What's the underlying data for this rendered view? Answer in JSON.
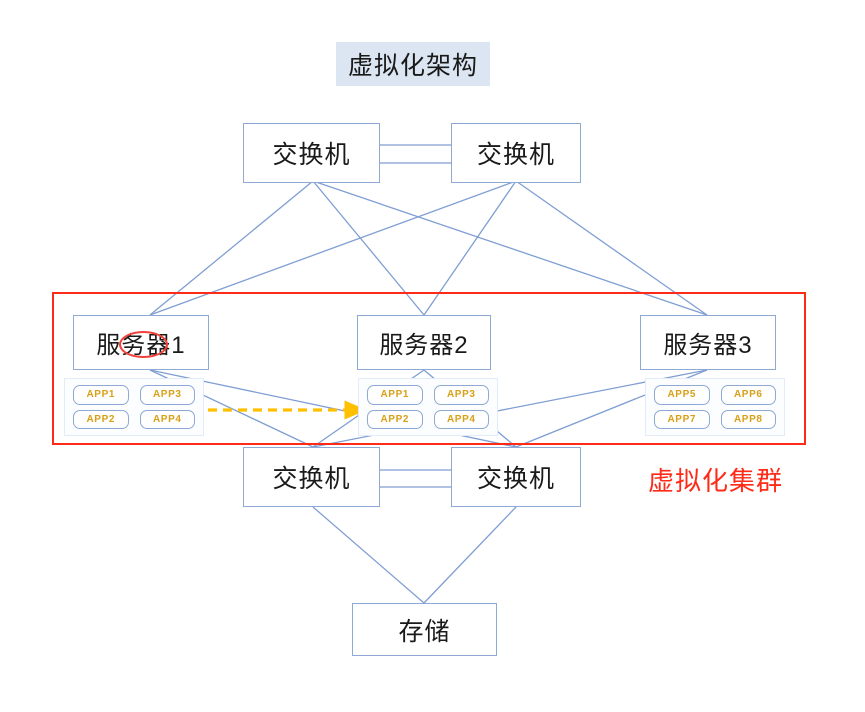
{
  "diagram": {
    "title": "虚拟化架构",
    "cluster_label": "虚拟化集群",
    "colors": {
      "title_band_bg": "#dce6f2",
      "node_border": "#8ea9d4",
      "link_line": "#7f9ed3",
      "cluster_border": "#ff2a17",
      "cluster_label_text": "#ff2a17",
      "app_text": "#d8a018",
      "migration_arrow": "#ffc000",
      "strike_ellipse": "#f2403a"
    }
  },
  "nodes": {
    "top_switches": [
      {
        "id": "switch-top-left",
        "label": "交换机"
      },
      {
        "id": "switch-top-right",
        "label": "交换机"
      }
    ],
    "servers": [
      {
        "id": "server-1",
        "label": "服务器1",
        "struck_out": true,
        "apps": [
          "APP1",
          "APP3",
          "APP2",
          "APP4"
        ]
      },
      {
        "id": "server-2",
        "label": "服务器2",
        "struck_out": false,
        "apps": [
          "APP1",
          "APP3",
          "APP2",
          "APP4"
        ]
      },
      {
        "id": "server-3",
        "label": "服务器3",
        "struck_out": false,
        "apps": [
          "APP5",
          "APP6",
          "APP7",
          "APP8"
        ]
      }
    ],
    "bottom_switches": [
      {
        "id": "switch-bottom-left",
        "label": "交换机"
      },
      {
        "id": "switch-bottom-right",
        "label": "交换机"
      }
    ],
    "storage": {
      "id": "storage",
      "label": "存储"
    }
  },
  "annotations": {
    "migration_arrow": {
      "name": "vm-migration-arrow",
      "from": "server-1-apps",
      "to": "server-2-apps",
      "style": "dashed",
      "direction": "right"
    },
    "strike": {
      "name": "server-1-failure-mark",
      "target": "server-1",
      "shape": "ellipse"
    }
  }
}
